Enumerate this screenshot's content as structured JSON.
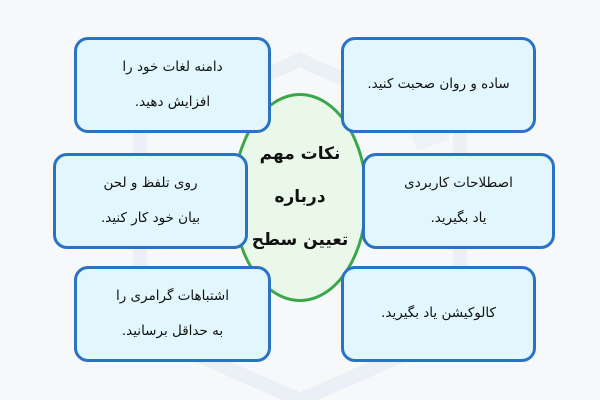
{
  "center": {
    "lines": [
      "نکات مهم",
      "درباره",
      "تعیین سطح"
    ],
    "border_color": "#3aa64a",
    "fill_color": "#e9f8e8"
  },
  "boxes": {
    "top_left": {
      "lines": [
        "دامنه لغات خود را",
        "افزایش دهید."
      ]
    },
    "top_right": {
      "lines": [
        "ساده و روان صحبت کنید."
      ]
    },
    "middle_left": {
      "lines": [
        "روی تلفظ و لحن",
        "بیان خود کار کنید."
      ]
    },
    "middle_right": {
      "lines": [
        "اصطلاحات کاربردی",
        "یاد بگیرید."
      ]
    },
    "bottom_left": {
      "lines": [
        "اشتباهات گرامری را",
        "به حداقل برسانید."
      ]
    },
    "bottom_right": {
      "lines": [
        "کالوکیشن یاد بگیرید."
      ]
    }
  },
  "colors": {
    "background": "#f7f8fa",
    "box_border": "#2a73c4",
    "box_fill": "#e2f7fd",
    "text": "#111111"
  },
  "watermark": {
    "icon": "brand-logo-watermark"
  }
}
